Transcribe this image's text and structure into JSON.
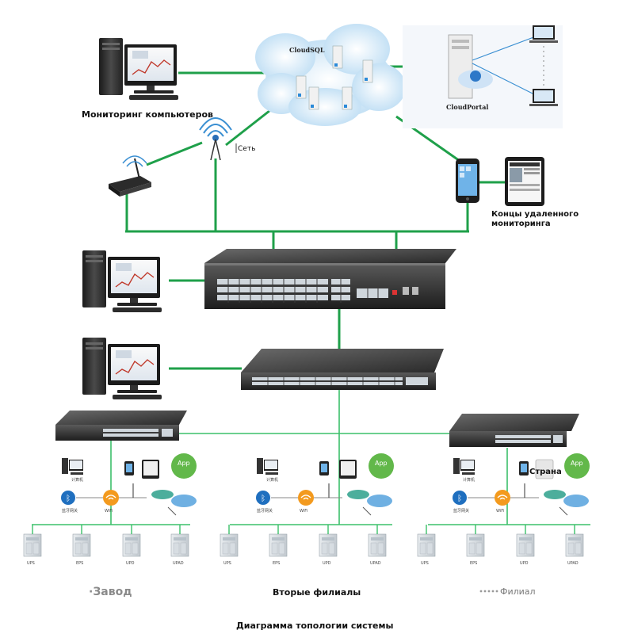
{
  "cloud": {
    "label": "CloudSQL"
  },
  "portal": {
    "label": "CloudPortal"
  },
  "labels": {
    "monitoring_pc": "Мониторинг компьютеров",
    "network": "Сеть",
    "remote_terminals_line1": "Концы удаленного",
    "remote_terminals_line2": "мониторинга",
    "country": "Страна",
    "factory": "·Завод",
    "second_branches": "Вторые филиалы",
    "branch": "Филиал",
    "diagram_title": "Диаграмма топологии системы"
  },
  "device_captions": {
    "computer": "计算机",
    "bluetooth": "蓝牙网关",
    "wifi": "WiFi",
    "app": "App",
    "ups": "UPS",
    "eps": "EPS",
    "upd": "UPD",
    "upad": "UPAD"
  },
  "branches": [
    {
      "id": "factory"
    },
    {
      "id": "second"
    },
    {
      "id": "filial"
    }
  ],
  "colors": {
    "link": "#1fa04a",
    "device_dark": "#2b2b2b",
    "cloud": "#cfe6f5",
    "accent_blue": "#1f6fbf",
    "accent_orange": "#f39a1e",
    "accent_green": "#62b84a"
  }
}
